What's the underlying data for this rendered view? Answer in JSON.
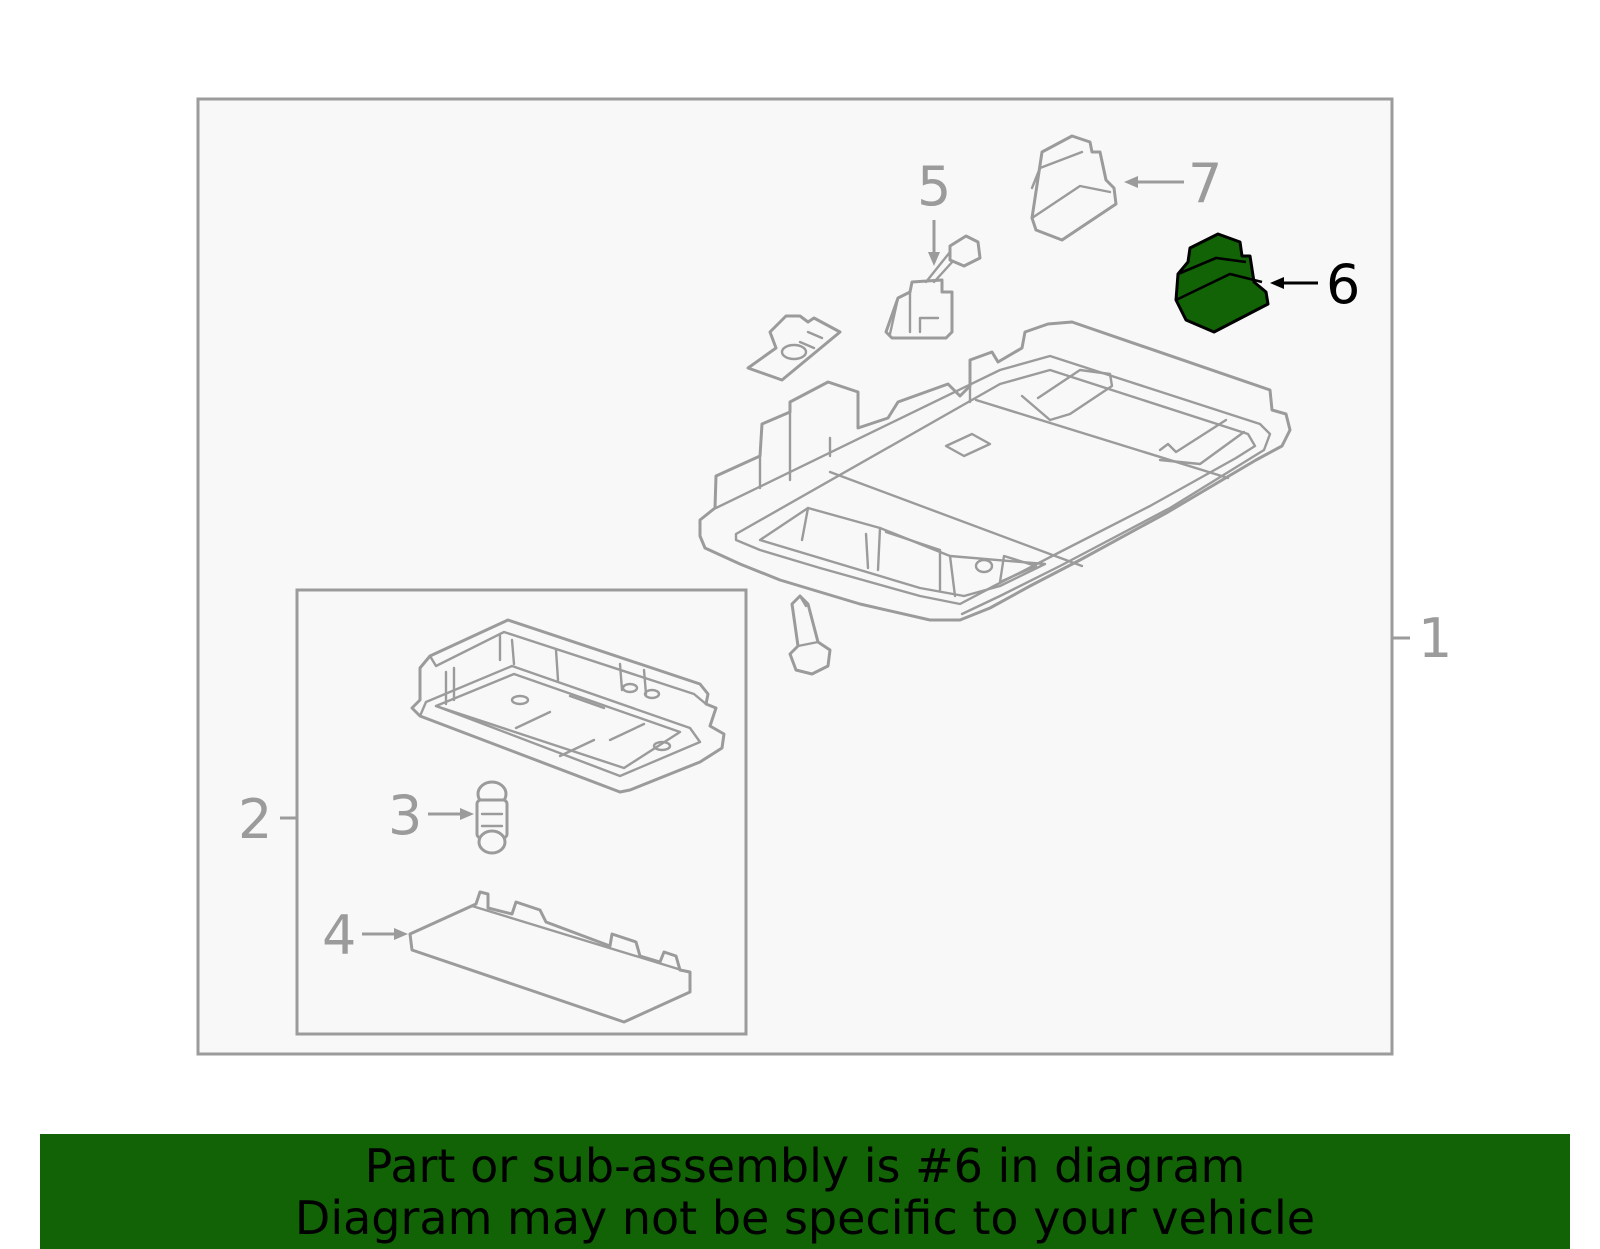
{
  "diagram": {
    "callouts": [
      {
        "id": "1",
        "label": "1"
      },
      {
        "id": "2",
        "label": "2"
      },
      {
        "id": "3",
        "label": "3"
      },
      {
        "id": "4",
        "label": "4"
      },
      {
        "id": "5",
        "label": "5"
      },
      {
        "id": "6",
        "label": "6",
        "highlighted": true
      },
      {
        "id": "7",
        "label": "7"
      }
    ]
  },
  "banner": {
    "line1": "Part or sub-assembly is #6 in diagram",
    "line2": "Diagram may not be specific to your vehicle",
    "background": "#116306",
    "text_color": "#000000"
  },
  "colors": {
    "highlight_part": "#116306",
    "line_art": "#9b9b9b",
    "panel_fill": "#f8f8f8"
  }
}
